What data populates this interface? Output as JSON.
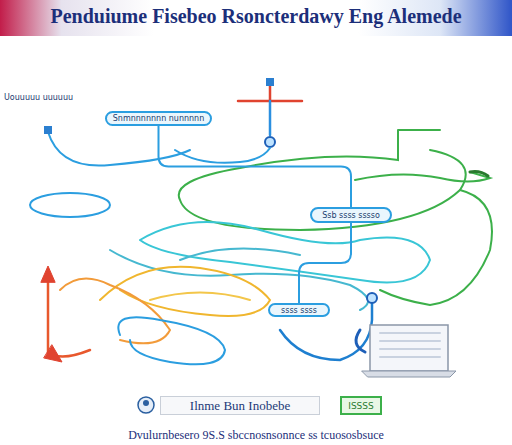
{
  "diagram": {
    "title": "Penduiume Fisebeo Rsoncterdawy Eng Alemede",
    "caption": "Dvulurnbesero 9S.S sbccnosnsonnce ss tcuososbsuce",
    "nodes": [
      {
        "text": [
          "Snmnnnnnnn nunnnnn"
        ]
      },
      {
        "text": [
          "Ssb ssss sssso"
        ]
      },
      {
        "text": [
          "ssss ssss"
        ]
      },
      {
        "text": [
          "Ilnme Bun Inobebe"
        ]
      },
      {
        "text": [
          "ISSSS"
        ]
      }
    ],
    "edges": [
      {
        "from": 0,
        "to": 1,
        "arrow": "none"
      },
      {
        "from": 1,
        "to": 2,
        "arrow": "none"
      }
    ],
    "labels": [
      "Uouuuuu uuuuuu"
    ]
  }
}
